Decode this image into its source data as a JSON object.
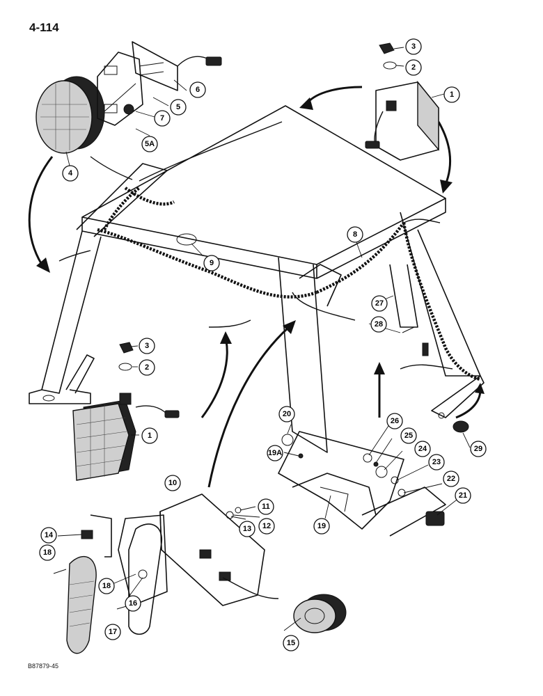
{
  "page_number": "4-114",
  "figure_code": "B87879-45",
  "callouts": [
    "1",
    "1",
    "2",
    "2",
    "3",
    "3",
    "4",
    "5",
    "5A",
    "6",
    "7",
    "8",
    "9",
    "10",
    "11",
    "12",
    "13",
    "14",
    "15",
    "16",
    "17",
    "18",
    "18",
    "19",
    "19A",
    "20",
    "21",
    "22",
    "23",
    "24",
    "25",
    "26",
    "27",
    "28",
    "29"
  ]
}
